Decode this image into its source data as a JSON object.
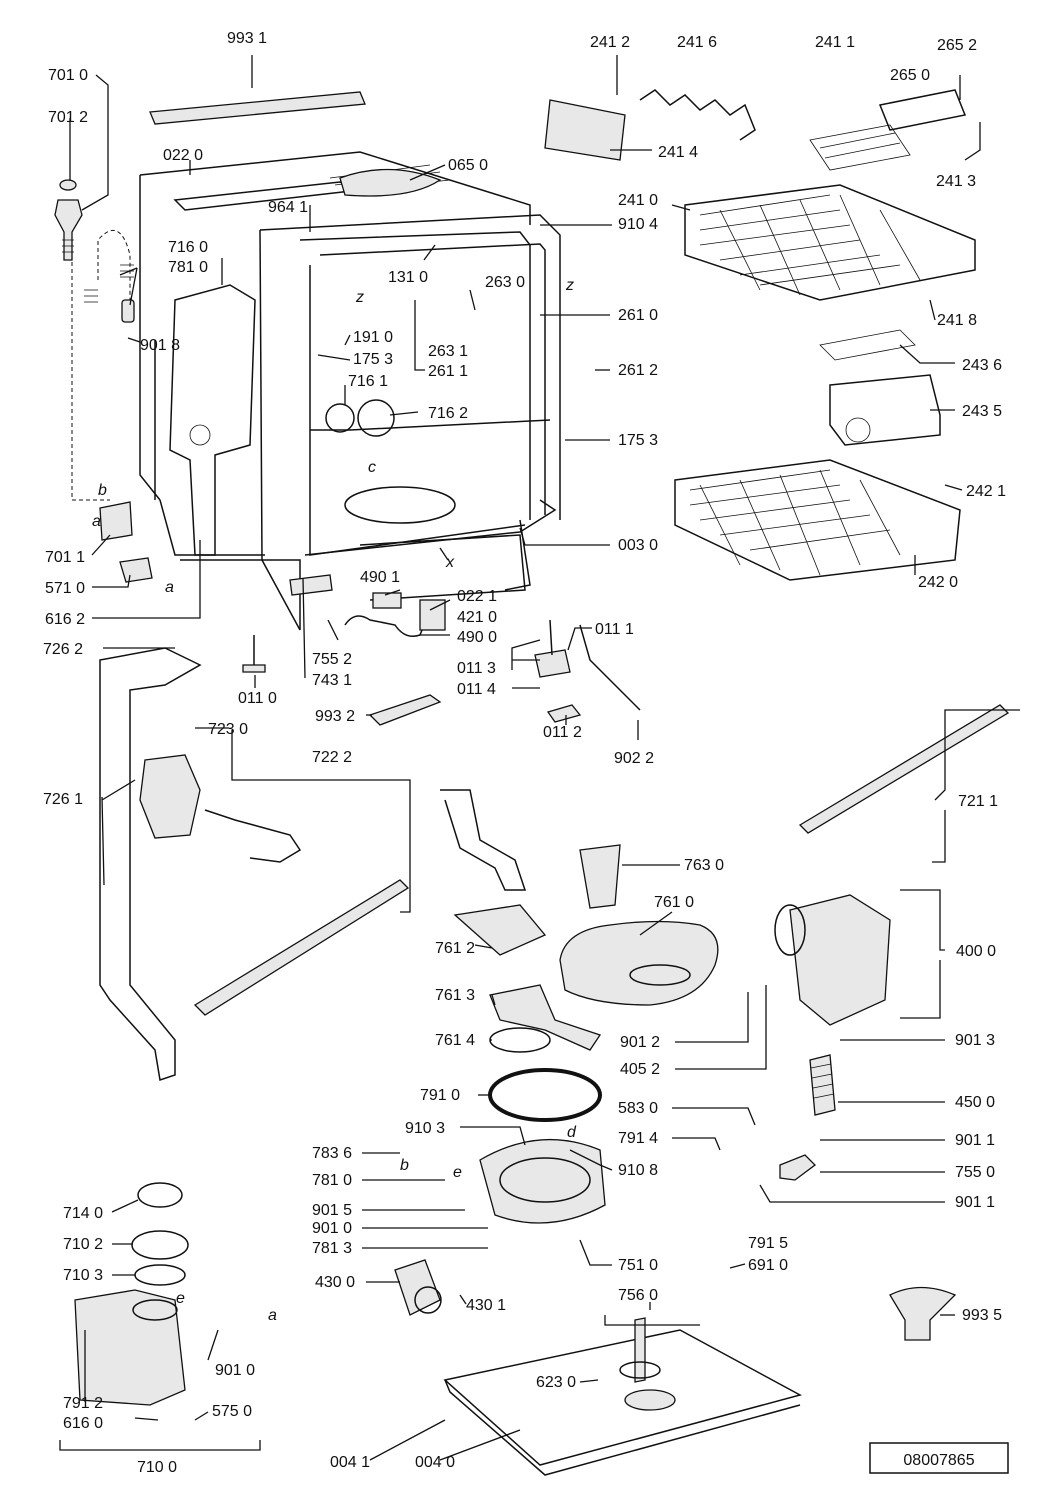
{
  "reference": "08007865",
  "labels": [
    {
      "id": "9931",
      "text": "993 1"
    },
    {
      "id": "7010",
      "text": "701 0"
    },
    {
      "id": "7012",
      "text": "701 2"
    },
    {
      "id": "0220",
      "text": "022 0"
    },
    {
      "id": "0650",
      "text": "065 0"
    },
    {
      "id": "9641",
      "text": "964 1"
    },
    {
      "id": "7160",
      "text": "716 0"
    },
    {
      "id": "7810a",
      "text": "781 0"
    },
    {
      "id": "9018",
      "text": "901 8"
    },
    {
      "id": "1310",
      "text": "131 0"
    },
    {
      "id": "2630",
      "text": "263 0"
    },
    {
      "id": "1910",
      "text": "191 0"
    },
    {
      "id": "1753a",
      "text": "175 3"
    },
    {
      "id": "2631",
      "text": "263 1"
    },
    {
      "id": "2611",
      "text": "261 1"
    },
    {
      "id": "7161",
      "text": "716 1"
    },
    {
      "id": "7162",
      "text": "716 2"
    },
    {
      "id": "2610",
      "text": "261 0"
    },
    {
      "id": "2612",
      "text": "261 2"
    },
    {
      "id": "1753b",
      "text": "175 3"
    },
    {
      "id": "0030",
      "text": "003 0"
    },
    {
      "id": "2412",
      "text": "241 2"
    },
    {
      "id": "2416",
      "text": "241 6"
    },
    {
      "id": "2411",
      "text": "241 1"
    },
    {
      "id": "2652",
      "text": "265 2"
    },
    {
      "id": "2650",
      "text": "265 0"
    },
    {
      "id": "2414",
      "text": "241 4"
    },
    {
      "id": "2413",
      "text": "241 3"
    },
    {
      "id": "2410",
      "text": "241 0"
    },
    {
      "id": "9104",
      "text": "910 4"
    },
    {
      "id": "2418",
      "text": "241 8"
    },
    {
      "id": "2436",
      "text": "243 6"
    },
    {
      "id": "2435",
      "text": "243 5"
    },
    {
      "id": "2421",
      "text": "242 1"
    },
    {
      "id": "2420",
      "text": "242 0"
    },
    {
      "id": "7011",
      "text": "701 1"
    },
    {
      "id": "5710",
      "text": "571 0"
    },
    {
      "id": "6162",
      "text": "616 2"
    },
    {
      "id": "4901",
      "text": "490 1"
    },
    {
      "id": "0221",
      "text": "022 1"
    },
    {
      "id": "4210",
      "text": "421 0"
    },
    {
      "id": "4900",
      "text": "490 0"
    },
    {
      "id": "0111",
      "text": "011 1"
    },
    {
      "id": "0113",
      "text": "011 3"
    },
    {
      "id": "0114",
      "text": "011 4"
    },
    {
      "id": "0112",
      "text": "011 2"
    },
    {
      "id": "9022",
      "text": "902 2"
    },
    {
      "id": "7262",
      "text": "726 2"
    },
    {
      "id": "0110",
      "text": "011 0"
    },
    {
      "id": "7552",
      "text": "755 2"
    },
    {
      "id": "7431",
      "text": "743 1"
    },
    {
      "id": "9932",
      "text": "993 2"
    },
    {
      "id": "7230",
      "text": "723 0"
    },
    {
      "id": "7222",
      "text": "722 2"
    },
    {
      "id": "7261",
      "text": "726 1"
    },
    {
      "id": "7211",
      "text": "721 1"
    },
    {
      "id": "7630",
      "text": "763 0"
    },
    {
      "id": "7610",
      "text": "761 0"
    },
    {
      "id": "7612",
      "text": "761 2"
    },
    {
      "id": "4000",
      "text": "400 0"
    },
    {
      "id": "7613",
      "text": "761 3"
    },
    {
      "id": "7614",
      "text": "761 4"
    },
    {
      "id": "9012",
      "text": "901 2"
    },
    {
      "id": "4052",
      "text": "405 2"
    },
    {
      "id": "9013",
      "text": "901 3"
    },
    {
      "id": "7910",
      "text": "791 0"
    },
    {
      "id": "4500",
      "text": "450 0"
    },
    {
      "id": "5830",
      "text": "583 0"
    },
    {
      "id": "9103",
      "text": "910 3"
    },
    {
      "id": "7914",
      "text": "791 4"
    },
    {
      "id": "9011a",
      "text": "901 1"
    },
    {
      "id": "7836",
      "text": "783 6"
    },
    {
      "id": "9108",
      "text": "910 8"
    },
    {
      "id": "7550",
      "text": "755 0"
    },
    {
      "id": "7810b",
      "text": "781 0"
    },
    {
      "id": "9011b",
      "text": "901 1"
    },
    {
      "id": "9015",
      "text": "901 5"
    },
    {
      "id": "7140",
      "text": "714 0"
    },
    {
      "id": "9010a",
      "text": "901 0"
    },
    {
      "id": "7813",
      "text": "781 3"
    },
    {
      "id": "7102",
      "text": "710 2"
    },
    {
      "id": "7510",
      "text": "751 0"
    },
    {
      "id": "7915",
      "text": "791 5"
    },
    {
      "id": "7103",
      "text": "710 3"
    },
    {
      "id": "4300",
      "text": "430 0"
    },
    {
      "id": "6910",
      "text": "691 0"
    },
    {
      "id": "4301",
      "text": "430 1"
    },
    {
      "id": "7560",
      "text": "756 0"
    },
    {
      "id": "9935",
      "text": "993 5"
    },
    {
      "id": "9010b",
      "text": "901 0"
    },
    {
      "id": "6230",
      "text": "623 0"
    },
    {
      "id": "7912",
      "text": "791 2"
    },
    {
      "id": "5750",
      "text": "575 0"
    },
    {
      "id": "6160",
      "text": "616 0"
    },
    {
      "id": "7100",
      "text": "710 0"
    },
    {
      "id": "0041",
      "text": "004 1"
    },
    {
      "id": "0040",
      "text": "004 0"
    }
  ],
  "connector_letters": [
    {
      "id": "z1",
      "text": "z"
    },
    {
      "id": "z2",
      "text": "z"
    },
    {
      "id": "c",
      "text": "c"
    },
    {
      "id": "x",
      "text": "x"
    },
    {
      "id": "b1",
      "text": "b"
    },
    {
      "id": "a1",
      "text": "a"
    },
    {
      "id": "a2",
      "text": "a"
    },
    {
      "id": "b2",
      "text": "b"
    },
    {
      "id": "e1",
      "text": "e"
    },
    {
      "id": "d",
      "text": "d"
    },
    {
      "id": "e2",
      "text": "e"
    },
    {
      "id": "a3",
      "text": "a"
    }
  ]
}
